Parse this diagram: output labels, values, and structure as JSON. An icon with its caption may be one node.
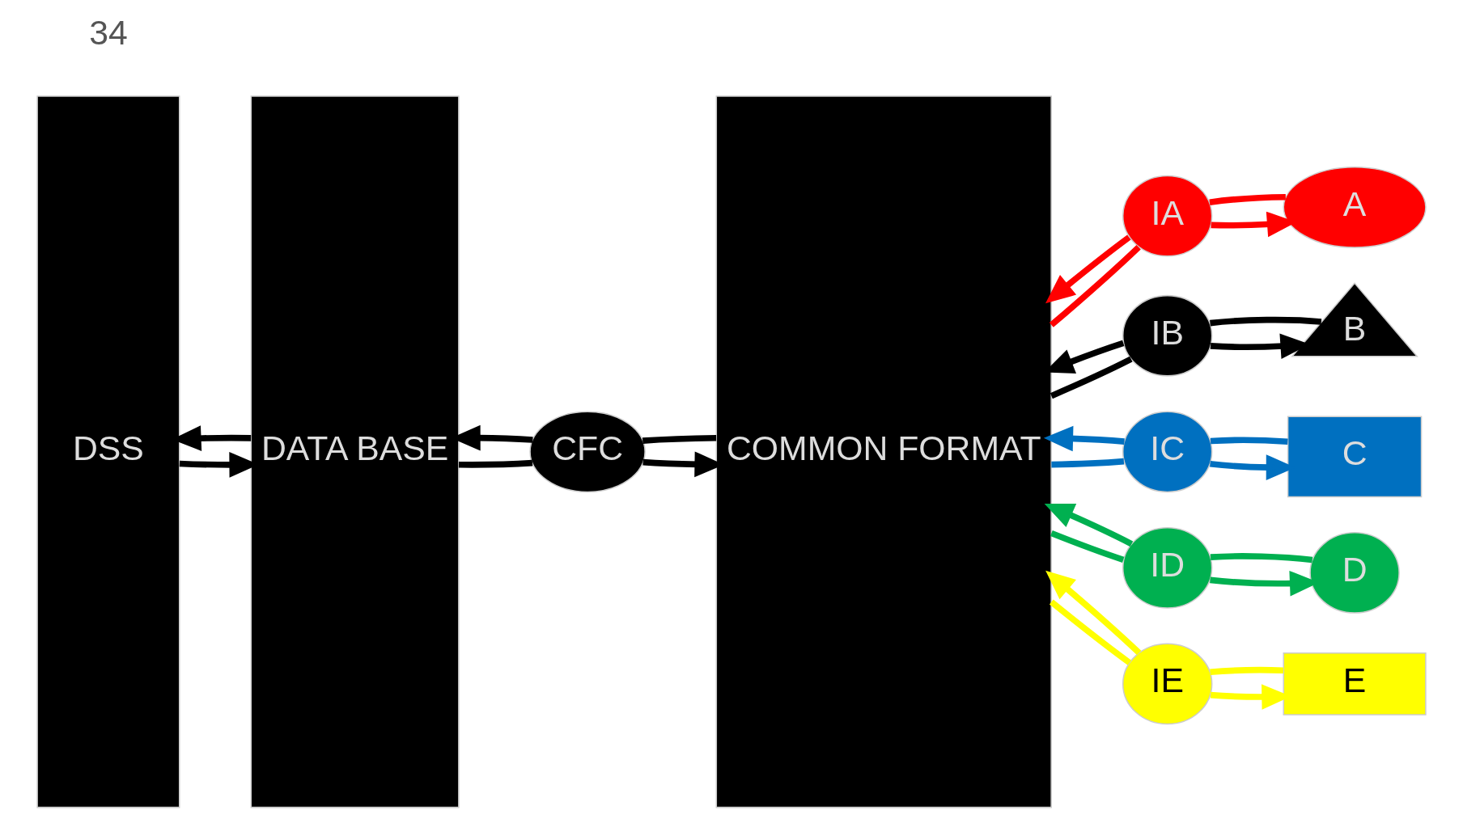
{
  "diagram": {
    "nodes": [
      {
        "text": [
          "DSS"
        ]
      },
      {
        "text": [
          "DATA BASE"
        ]
      },
      {
        "text": [
          "CFC"
        ]
      },
      {
        "text": [
          "COMMON FORMAT"
        ]
      },
      {
        "text": [
          "IA"
        ]
      },
      {
        "text": [
          "A"
        ]
      },
      {
        "text": [
          "IB"
        ]
      },
      {
        "text": [
          "B"
        ]
      },
      {
        "text": [
          "IC"
        ]
      },
      {
        "text": [
          "C"
        ]
      },
      {
        "text": [
          "ID"
        ]
      },
      {
        "text": [
          "D"
        ]
      },
      {
        "text": [
          "IE"
        ]
      },
      {
        "text": [
          "E"
        ]
      }
    ],
    "edges": [
      {
        "from": 0,
        "to": 1,
        "arrow": "to"
      },
      {
        "from": 1,
        "to": 0,
        "arrow": "to"
      },
      {
        "from": 1,
        "to": 2,
        "arrow": "none"
      },
      {
        "from": 2,
        "to": 3,
        "arrow": "to"
      },
      {
        "from": 3,
        "to": 2,
        "arrow": "none"
      },
      {
        "from": 2,
        "to": 1,
        "arrow": "to"
      },
      {
        "from": 3,
        "to": 4,
        "arrow": "none",
        "color": "#ff0000"
      },
      {
        "from": 4,
        "to": 5,
        "arrow": "to",
        "color": "#ff0000"
      },
      {
        "from": 5,
        "to": 4,
        "arrow": "none",
        "color": "#ff0000"
      },
      {
        "from": 4,
        "to": 3,
        "arrow": "to",
        "color": "#ff0000"
      },
      {
        "from": 3,
        "to": 6,
        "arrow": "none"
      },
      {
        "from": 6,
        "to": 7,
        "arrow": "to"
      },
      {
        "from": 7,
        "to": 6,
        "arrow": "none"
      },
      {
        "from": 6,
        "to": 3,
        "arrow": "to"
      },
      {
        "from": 3,
        "to": 8,
        "arrow": "none",
        "color": "#0070c0"
      },
      {
        "from": 8,
        "to": 9,
        "arrow": "to",
        "color": "#0070c0"
      },
      {
        "from": 9,
        "to": 8,
        "arrow": "none",
        "color": "#0070c0"
      },
      {
        "from": 8,
        "to": 3,
        "arrow": "to",
        "color": "#0070c0"
      },
      {
        "from": 3,
        "to": 10,
        "arrow": "none",
        "color": "#00b050"
      },
      {
        "from": 10,
        "to": 11,
        "arrow": "to",
        "color": "#00b050"
      },
      {
        "from": 11,
        "to": 10,
        "arrow": "none",
        "color": "#00b050"
      },
      {
        "from": 10,
        "to": 3,
        "arrow": "to",
        "color": "#00b050"
      },
      {
        "from": 3,
        "to": 12,
        "arrow": "none",
        "color": "#ffff00"
      },
      {
        "from": 12,
        "to": 13,
        "arrow": "to",
        "color": "#ffff00"
      },
      {
        "from": 13,
        "to": 12,
        "arrow": "none",
        "color": "#ffff00"
      },
      {
        "from": 12,
        "to": 3,
        "arrow": "to",
        "color": "#ffff00"
      }
    ],
    "labels": [
      "34"
    ]
  }
}
